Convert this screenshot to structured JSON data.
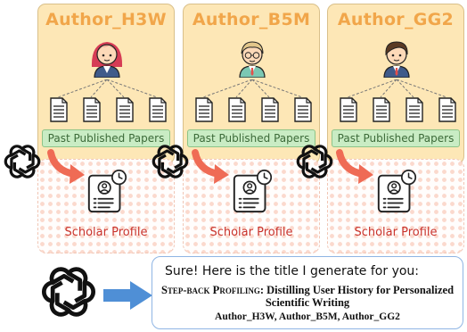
{
  "authors": [
    {
      "name": "Author_H3W",
      "papers_label": "Past Published Papers",
      "profile_label": "Scholar Profile"
    },
    {
      "name": "Author_B5M",
      "papers_label": "Past Published Papers",
      "profile_label": "Scholar Profile"
    },
    {
      "name": "Author_GG2",
      "papers_label": "Past Published Papers",
      "profile_label": "Scholar Profile"
    }
  ],
  "response": {
    "intro": "Sure! Here is the title I generate for you:",
    "title_method": "Step-back Profiling:",
    "title_rest": "Distilling User History for Personalized Scientific Writing",
    "authors_line": "Author_H3W, Author_B5M, Author_GG2"
  },
  "colors": {
    "panel_fill": "#fde7b6",
    "author_name": "#f1a64a",
    "papers_label_fill": "#c9ecc4",
    "profile_label": "#c9332c",
    "arrow_red": "#ef6b55",
    "arrow_blue": "#4f8fd6",
    "bubble_border": "#8fb5e4"
  },
  "icons": [
    "author-avatar-icon",
    "paper-document-icon",
    "openai-logo-icon",
    "scholar-profile-icon",
    "curved-arrow-icon",
    "right-arrow-icon"
  ]
}
